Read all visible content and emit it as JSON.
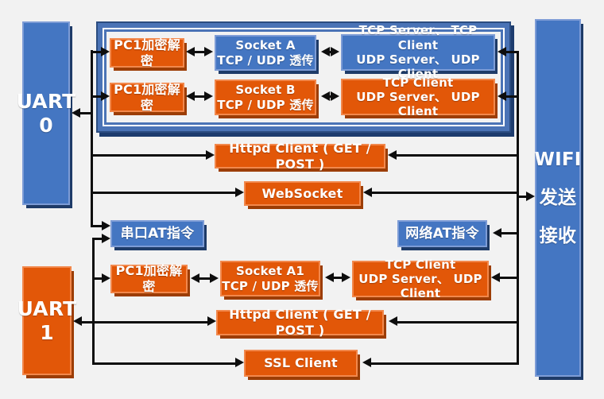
{
  "colors": {
    "background": "#f2f2f2",
    "blue_fill": "#4476c2",
    "blue_shadow": "#1e3b68",
    "orange_fill": "#e25708",
    "orange_shadow": "#9c3d05",
    "frame_blue": "#4a73b6",
    "line_black": "#0e0e0e",
    "text": "#ffffff"
  },
  "left_column": {
    "uart0": {
      "line1": "UART",
      "line2": "0"
    },
    "uart1": {
      "line1": "UART",
      "line2": "1"
    }
  },
  "right_column": {
    "wifi": {
      "line1": "WIFI",
      "line2": "发送",
      "line3": "接收"
    }
  },
  "boxes": {
    "pc1_a": {
      "label": "PC1加密解密"
    },
    "socket_a": {
      "line1": "Socket A",
      "line2": "TCP / UDP 透传"
    },
    "tcp_server": {
      "line1": "TCP Server、 TCP Client",
      "line2": "UDP Server、 UDP Client"
    },
    "pc1_b": {
      "label": "PC1加密解密"
    },
    "socket_b": {
      "line1": "Socket B",
      "line2": "TCP / UDP 透传"
    },
    "tcp_client_1": {
      "line1": "TCP Client",
      "line2": "UDP Server、 UDP Client"
    },
    "httpd_1": {
      "label": "Httpd Client ( GET / POST )"
    },
    "websocket": {
      "label": "WebSocket"
    },
    "serial_at": {
      "label": "串口AT指令"
    },
    "net_at": {
      "label": "网络AT指令"
    },
    "pc1_c": {
      "label": "PC1加密解密"
    },
    "socket_a1": {
      "line1": "Socket A1",
      "line2": "TCP / UDP 透传"
    },
    "tcp_client_2": {
      "line1": "TCP Client",
      "line2": "UDP Server、 UDP Client"
    },
    "httpd_2": {
      "label": "Httpd Client ( GET / POST )"
    },
    "ssl": {
      "label": "SSL Client"
    }
  }
}
